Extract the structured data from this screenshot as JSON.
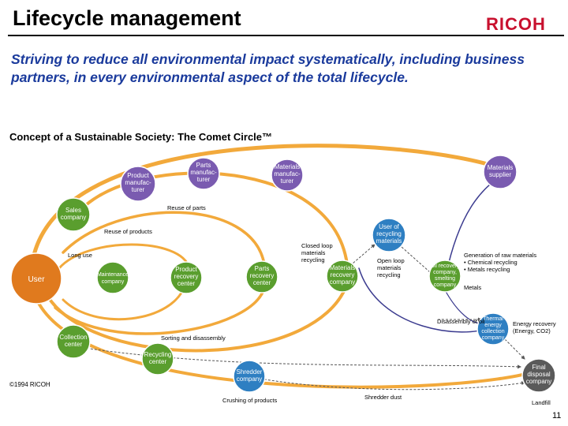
{
  "slide": {
    "title": "Lifecycle management",
    "logo": "RICOH",
    "subtitle": "Striving to reduce all environmental impact systematically, including business partners, in every environmental aspect of the total lifecycle.",
    "diagram_title": "Concept of a Sustainable Society: The Comet Circle™",
    "copyright": "©1994 RICOH",
    "page_number": "11"
  },
  "colors": {
    "green": "#5a9e2e",
    "purple": "#7a5bb0",
    "blue": "#2e7fc2",
    "orange": "#e07a1e",
    "gray": "#5a5a5a",
    "arc": "#f2a93b",
    "arc_dark": "#3b3b8f"
  },
  "nodes": {
    "product_manufacturer": [
      "Product",
      "manufac-",
      "turer"
    ],
    "parts_manufacturer": [
      "Parts",
      "manufac-",
      "turer"
    ],
    "materials_manufacturer": [
      "Materials",
      "manufac-",
      "turer"
    ],
    "materials_supplier": [
      "Materials",
      "supplier"
    ],
    "sales_company": [
      "Sales",
      "company"
    ],
    "user": [
      "User"
    ],
    "maintenance_company": [
      "Maintenance",
      "company"
    ],
    "product_recovery_center": [
      "Product",
      "recovery",
      "center"
    ],
    "parts_recovery_center": [
      "Parts",
      "recovery",
      "center"
    ],
    "materials_recovery_company": [
      "Materials",
      "recovery",
      "company"
    ],
    "user_of_recycling_materials": [
      "User of",
      "recycling",
      "materials"
    ],
    "oil_recovery_company": [
      "Oil recovery",
      "company,",
      "smelting",
      "company"
    ],
    "collection_center": [
      "Collection",
      "center"
    ],
    "recycling_center": [
      "Recycling",
      "center"
    ],
    "shredder_company": [
      "Shredder",
      "company"
    ],
    "thermal_energy": [
      "Thermal",
      "energy",
      "collection",
      "company"
    ],
    "final_disposal": [
      "Final",
      "disposal",
      "company"
    ]
  },
  "annotations": {
    "reuse_parts": "Reuse of parts",
    "reuse_products": "Reuse of products",
    "long_use": "Long use",
    "closed_loop": [
      "Closed loop",
      "materials",
      "recycling"
    ],
    "open_loop": [
      "Open loop",
      "materials",
      "recycling"
    ],
    "generation": [
      "Generation of raw materials",
      "• Chemical recycling",
      "• Metals recycling"
    ],
    "metals": "Metals",
    "disassembly": "Disassembly of oil",
    "energy_recovery": [
      "Energy recovery",
      "(Energy, CO2)"
    ],
    "sorting": "Sorting and disassembly",
    "crushing": "Crushing of products",
    "shredder_dust": "Shredder dust",
    "landfill": "Landfill"
  }
}
